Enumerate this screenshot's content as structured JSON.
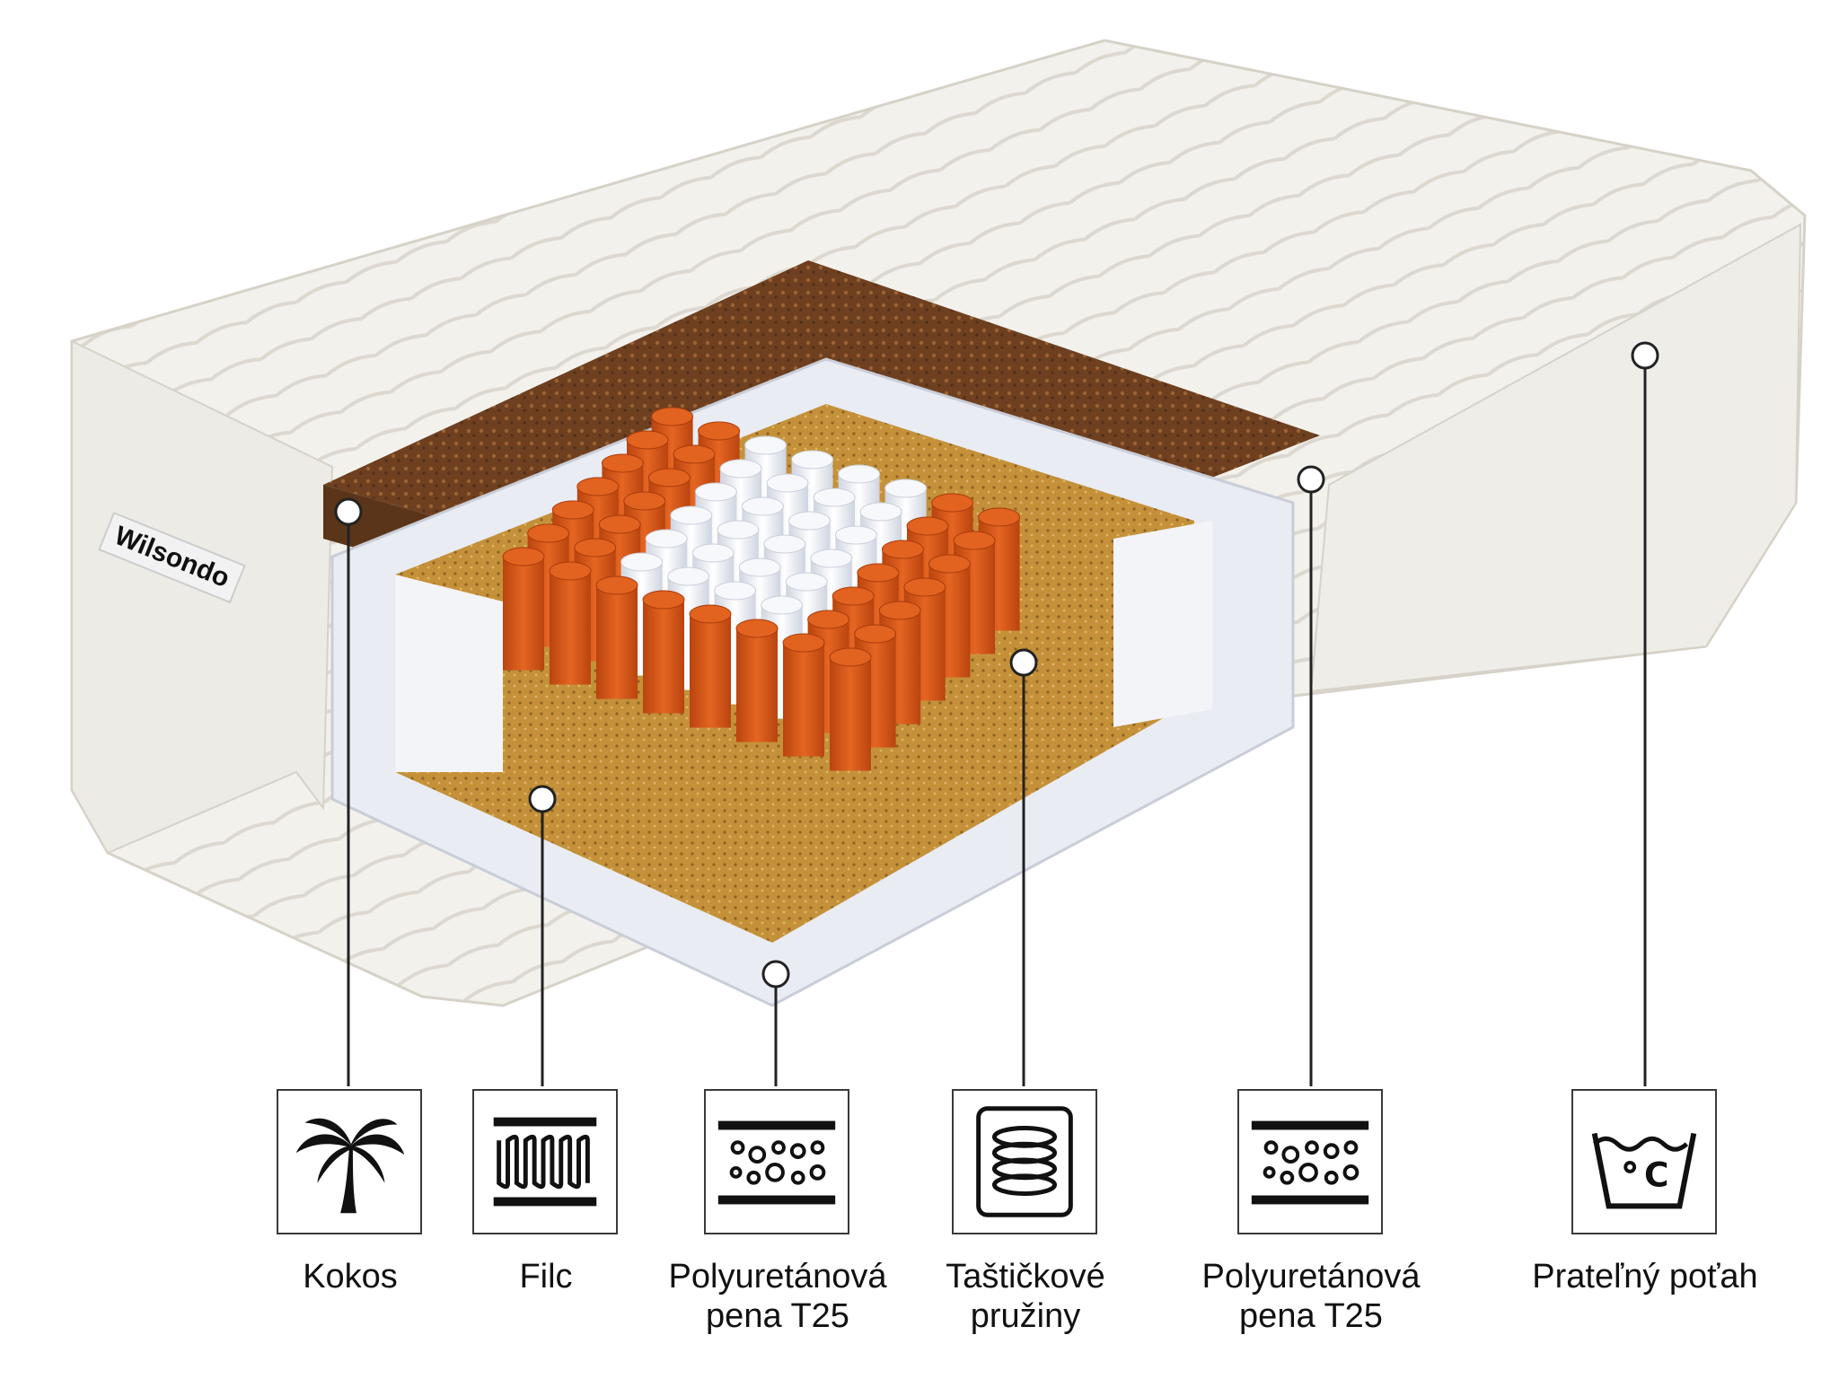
{
  "brand": "Wilsondo",
  "fabric_print": "lavender",
  "colors": {
    "fabric": "#f1efea",
    "coconut": "#7a4a22",
    "felt": "#c99a3e",
    "foam": "#eef0f6",
    "spring_orange": "#d9581a",
    "spring_white": "#e8ebf3",
    "line": "#222222"
  },
  "layers": [
    {
      "id": "kokos",
      "label": "Kokos",
      "icon": "palm-tree-icon"
    },
    {
      "id": "filc",
      "label": "Filc",
      "icon": "felt-layer-icon"
    },
    {
      "id": "foam-bottom",
      "label": "Polyuretánová\npena T25",
      "icon": "foam-layer-icon"
    },
    {
      "id": "springs",
      "label": "Taštičkové\npružiny",
      "icon": "pocket-spring-icon"
    },
    {
      "id": "foam-side",
      "label": "Polyuretánová\npena T25",
      "icon": "foam-layer-icon"
    },
    {
      "id": "cover",
      "label": "Prateľný poťah",
      "icon": "washable-cover-icon"
    }
  ]
}
